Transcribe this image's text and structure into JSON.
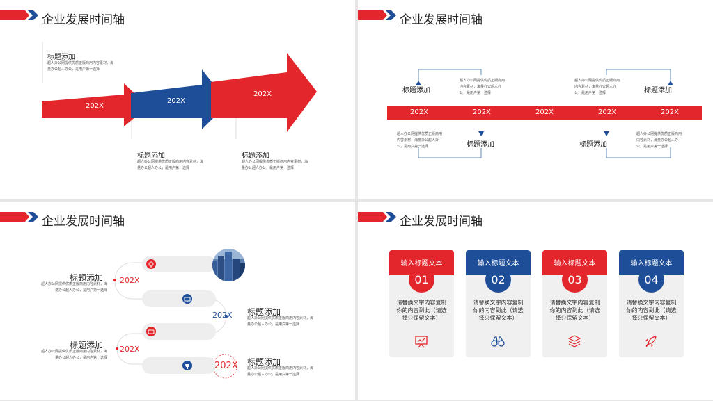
{
  "colors": {
    "red": "#e3262b",
    "blue": "#1f4e99"
  },
  "slide1": {
    "title": "企业发展时间轴",
    "arrows": [
      {
        "label": "202X",
        "color": "#e3262b"
      },
      {
        "label": "202X",
        "color": "#1f4e99"
      },
      {
        "label": "202X",
        "color": "#e3262b"
      }
    ],
    "blocks": [
      {
        "heading": "标题添加",
        "text": "超人办公网提供优质正版商用内容素材，海量办公超人办公，是用户第一选择"
      },
      {
        "heading": "标题添加",
        "text": "超人办公网提供优质正版商用内容素材，海量办公超人办公，是用户第一选择"
      },
      {
        "heading": "标题添加",
        "text": "超人办公网提供优质正版商用内容素材，海量办公超人办公，是用户第一选择"
      }
    ]
  },
  "slide2": {
    "title": "企业发展时间轴",
    "years": [
      "202X",
      "202X",
      "202X",
      "202X",
      "202X"
    ],
    "top": [
      {
        "heading": "标题添加",
        "text": "超人办公网提供优质正版商用内容素材，海量办公超人办公，是用户第一选择"
      },
      {
        "heading": "标题添加",
        "text": "超人办公网提供优质正版商用内容素材，海量办公超人办公，是用户第一选择"
      }
    ],
    "bottom": [
      {
        "heading": "标题添加",
        "text": "超人办公网提供优质正版商用内容素材，海量办公超人办公，是用户第一选择"
      },
      {
        "heading": "标题添加",
        "text": "超人办公网提供优质正版商用内容素材，海量办公超人办公，是用户第一选择"
      }
    ]
  },
  "slide3": {
    "title": "企业发展时间轴",
    "items": [
      {
        "year": "202X",
        "heading": "标题添加",
        "text": "超人办公网提供优质正版商用内容素材，海量办公超人办公，是用户第一选择"
      },
      {
        "year": "202X",
        "heading": "标题添加",
        "text": "超人办公网提供优质正版商用内容素材，海量办公超人办公，是用户第一选择"
      },
      {
        "year": "202X",
        "heading": "标题添加",
        "text": "超人办公网提供优质正版商用内容素材，海量办公超人办公，是用户第一选择"
      },
      {
        "year": "202X",
        "heading": "标题添加",
        "text": "超人办公网提供优质正版商用内容素材，海量办公超人办公，是用户第一选择"
      }
    ]
  },
  "slide4": {
    "title": "企业发展时间轴",
    "cards": [
      {
        "title": "输入标题文本",
        "num": "01",
        "text": "请替换文字内容复制你的内容到此（请选择只保留文本）",
        "icon": "presentation-board-icon"
      },
      {
        "title": "输入标题文本",
        "num": "02",
        "text": "请替换文字内容复制你的内容到此（请选择只保留文本）",
        "icon": "binoculars-icon"
      },
      {
        "title": "输入标题文本",
        "num": "03",
        "text": "请替换文字内容复制你的内容到此（请选择只保留文本）",
        "icon": "layers-icon"
      },
      {
        "title": "输入标题文本",
        "num": "04",
        "text": "请替换文字内容复制你的内容到此（请选择只保留文本）",
        "icon": "rocket-icon"
      }
    ]
  }
}
